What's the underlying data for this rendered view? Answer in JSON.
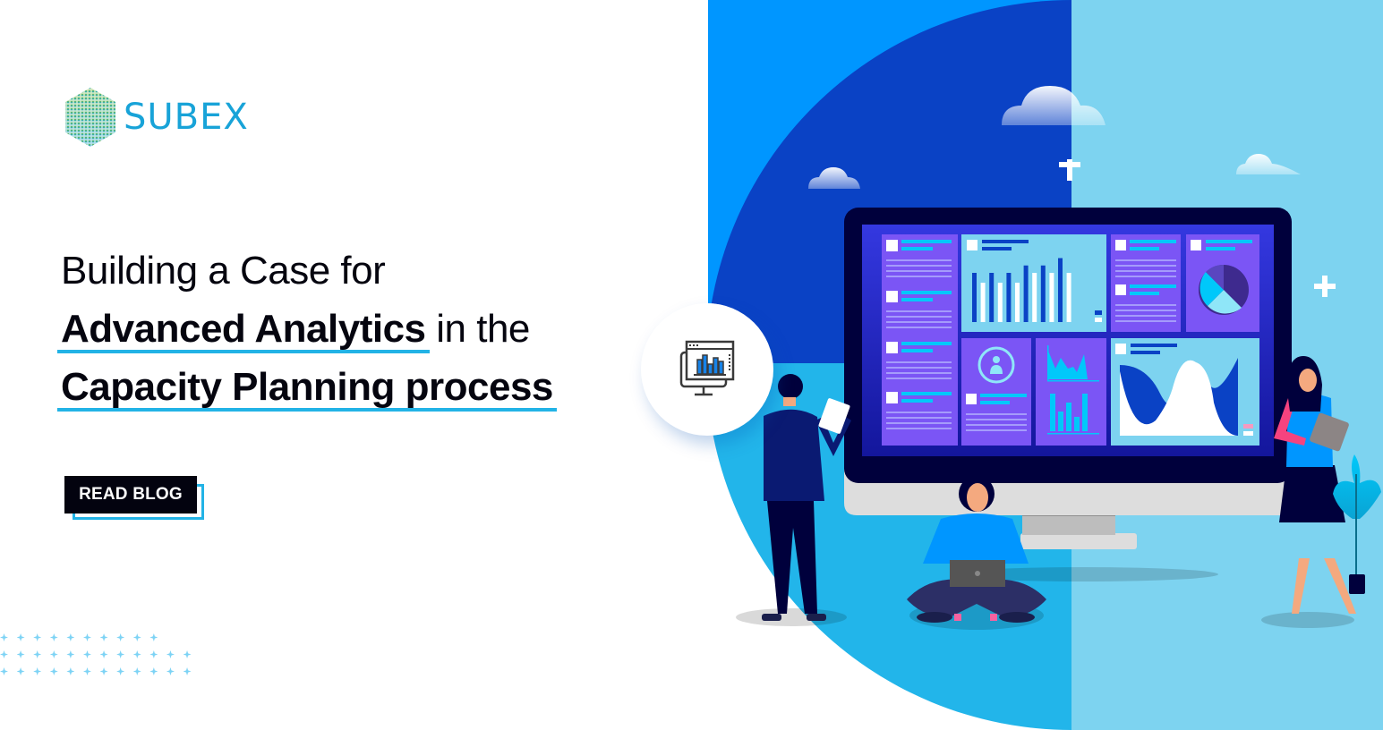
{
  "brand": {
    "name": "SUBEX",
    "logo_icon": "hexagon-dot-grid-icon",
    "color": "#18A3D8"
  },
  "headline": {
    "line1": "Building a Case for",
    "line2_bold": "Advanced Analytics",
    "line2_rest": " in the",
    "line3_bold": "Capacity Planning process",
    "underline_color": "#22B3E6"
  },
  "cta": {
    "label": "READ BLOG",
    "bg_color": "#03030F",
    "outline_color": "#22B3E6"
  },
  "decor": {
    "sparkle_rows": [
      10,
      12,
      12
    ],
    "sparkle_color": "#7DD3F5"
  },
  "illustration": {
    "badge_icon": "monitor-bar-chart-icon",
    "colors": {
      "sky_left": "#0096FF",
      "circle_dark": "#0A42C5",
      "ground_left": "#22B5EA",
      "right_panel": "#7DD3F0",
      "monitor_frame": "#00003C",
      "screen": "#2B35D8",
      "panel_purple": "#7B55F5",
      "panel_light": "#7DD3F0"
    },
    "dashboard_bars": [
      100,
      80,
      100,
      80,
      100,
      80,
      115,
      100,
      115,
      100,
      130,
      100
    ]
  }
}
